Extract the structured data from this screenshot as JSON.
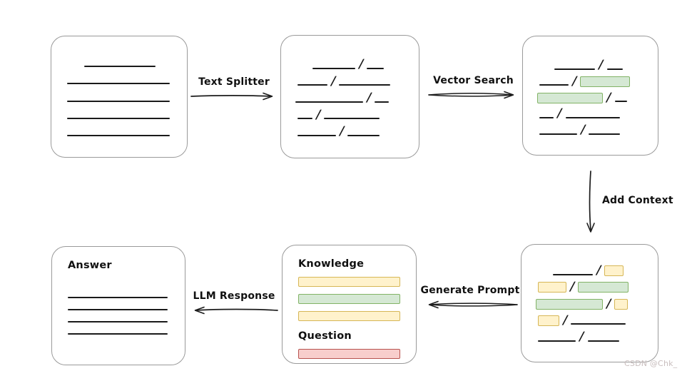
{
  "palette": {
    "background": "#ffffff",
    "box_border": "#9a9a9a",
    "line_color": "#1a1a1a",
    "arrow_color": "#1c1c1c",
    "green_fill": "#d5e8d4",
    "green_border": "#82b366",
    "yellow_fill": "#fff2cc",
    "yellow_border": "#d6b656",
    "red_fill": "#f8cecc",
    "red_border": "#b85450",
    "watermark_color": "#c9bebe"
  },
  "arrows": {
    "text_splitter": {
      "label": "Text Splitter",
      "direction": "right"
    },
    "vector_search": {
      "label": "Vector Search",
      "direction": "right"
    },
    "add_context": {
      "label": "Add Context",
      "direction": "down"
    },
    "generate_prompt": {
      "label": "Generate Prompt",
      "direction": "left"
    },
    "llm_response": {
      "label": "LLM Response",
      "direction": "left"
    }
  },
  "boxes": {
    "document": {
      "rows": [
        {
          "indent": 17,
          "segments": [
            {
              "kind": "line",
              "w": 83
            }
          ]
        },
        {
          "indent": 0,
          "segments": [
            {
              "kind": "line",
              "w": 100
            }
          ]
        },
        {
          "indent": 0,
          "segments": [
            {
              "kind": "line",
              "w": 100
            }
          ]
        },
        {
          "indent": 0,
          "segments": [
            {
              "kind": "line",
              "w": 100
            }
          ]
        },
        {
          "indent": 0,
          "segments": [
            {
              "kind": "line",
              "w": 100
            }
          ]
        }
      ]
    },
    "split_chunks": {
      "rows": [
        {
          "indent": 16,
          "segments": [
            {
              "kind": "line",
              "w": 46
            },
            {
              "kind": "line",
              "w": 19
            }
          ]
        },
        {
          "indent": 2,
          "segments": [
            {
              "kind": "line",
              "w": 28
            },
            {
              "kind": "line",
              "w": 48
            }
          ]
        },
        {
          "indent": 0,
          "segments": [
            {
              "kind": "line",
              "w": 62
            },
            {
              "kind": "line",
              "w": 13
            }
          ]
        },
        {
          "indent": 2,
          "segments": [
            {
              "kind": "line",
              "w": 14
            },
            {
              "kind": "line",
              "w": 52
            }
          ]
        },
        {
          "indent": 2,
          "segments": [
            {
              "kind": "line",
              "w": 36
            },
            {
              "kind": "line",
              "w": 30
            }
          ]
        }
      ]
    },
    "matched_chunks": {
      "rows": [
        {
          "indent": 16,
          "segments": [
            {
              "kind": "line",
              "w": 46
            },
            {
              "kind": "line",
              "w": 18
            }
          ]
        },
        {
          "indent": 2,
          "segments": [
            {
              "kind": "line",
              "w": 28
            },
            {
              "kind": "green",
              "w": 48
            }
          ]
        },
        {
          "indent": 0,
          "segments": [
            {
              "kind": "green",
              "w": 62
            },
            {
              "kind": "line",
              "w": 12
            }
          ]
        },
        {
          "indent": 2,
          "segments": [
            {
              "kind": "line",
              "w": 14
            },
            {
              "kind": "line",
              "w": 52
            }
          ]
        },
        {
          "indent": 2,
          "segments": [
            {
              "kind": "line",
              "w": 36
            },
            {
              "kind": "line",
              "w": 30
            }
          ]
        }
      ]
    },
    "context_chunks": {
      "rows": [
        {
          "indent": 16,
          "segments": [
            {
              "kind": "line",
              "w": 44
            },
            {
              "kind": "yellow",
              "w": 21
            }
          ]
        },
        {
          "indent": 2,
          "segments": [
            {
              "kind": "yellow",
              "w": 27
            },
            {
              "kind": "green",
              "w": 48
            }
          ]
        },
        {
          "indent": 0,
          "segments": [
            {
              "kind": "green",
              "w": 62
            },
            {
              "kind": "yellow",
              "w": 13
            }
          ]
        },
        {
          "indent": 2,
          "segments": [
            {
              "kind": "yellow",
              "w": 20
            },
            {
              "kind": "line",
              "w": 52
            }
          ]
        },
        {
          "indent": 2,
          "segments": [
            {
              "kind": "line",
              "w": 36
            },
            {
              "kind": "line",
              "w": 30
            }
          ]
        }
      ]
    },
    "prompt": {
      "knowledge_title": "Knowledge",
      "knowledge_bars": [
        {
          "kind": "yellow",
          "w": 100
        },
        {
          "kind": "green",
          "w": 100
        },
        {
          "kind": "yellow",
          "w": 100
        }
      ],
      "question_title": "Question",
      "question_bars": [
        {
          "kind": "red",
          "w": 100
        }
      ]
    },
    "answer": {
      "title": "Answer",
      "rows": [
        {
          "indent": 0,
          "segments": [
            {
              "kind": "line",
              "w": 100
            }
          ]
        },
        {
          "indent": 0,
          "segments": [
            {
              "kind": "line",
              "w": 100
            }
          ]
        },
        {
          "indent": 0,
          "segments": [
            {
              "kind": "line",
              "w": 100
            }
          ]
        },
        {
          "indent": 0,
          "segments": [
            {
              "kind": "line",
              "w": 100
            }
          ]
        }
      ]
    }
  },
  "watermark": "CSDN @Chk_"
}
